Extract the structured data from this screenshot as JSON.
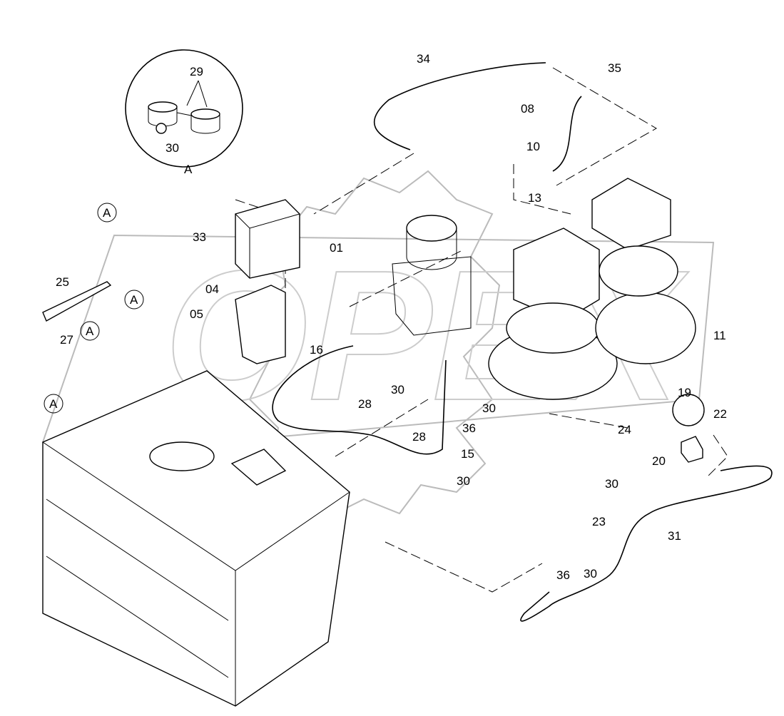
{
  "diagram": {
    "type": "exploded parts diagram",
    "detail_view": {
      "id": "A",
      "callouts": [
        "29",
        "30"
      ]
    },
    "labels": [
      "29",
      "30",
      "A",
      "34",
      "35",
      "08",
      "10",
      "13",
      "A",
      "33",
      "01",
      "25",
      "04",
      "05",
      "A",
      "A",
      "27",
      "A",
      "16",
      "11",
      "19",
      "22",
      "24",
      "20",
      "30",
      "28",
      "36",
      "30",
      "28",
      "15",
      "30",
      "30",
      "23",
      "31",
      "36",
      "30"
    ],
    "watermark": "OPEX"
  }
}
